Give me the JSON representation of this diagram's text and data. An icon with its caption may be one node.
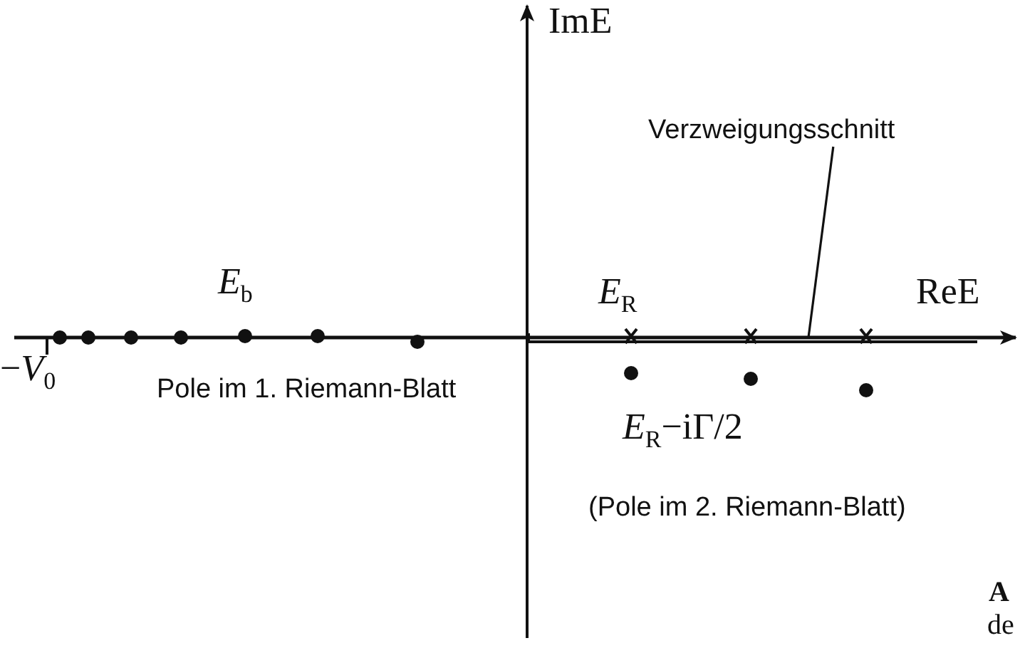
{
  "diagram": {
    "nodes": [
      {
        "text": [
          "Verzweigungsschnitt"
        ]
      },
      {
        "text": [],
        "shape": "bar"
      }
    ],
    "edges": [
      {
        "from": 0,
        "to": 1,
        "arrow": "none"
      }
    ],
    "labels": [
      "ImE",
      "*E*$_{b}$",
      "*E*$_{R}$",
      "ReE",
      "−*V*$_{0}$",
      "Pole im 1. Riemann-Blatt",
      "*E*$_{R}$−iΓ/2",
      "(Pole im 2. Riemann-Blatt)",
      "A",
      "de"
    ]
  }
}
